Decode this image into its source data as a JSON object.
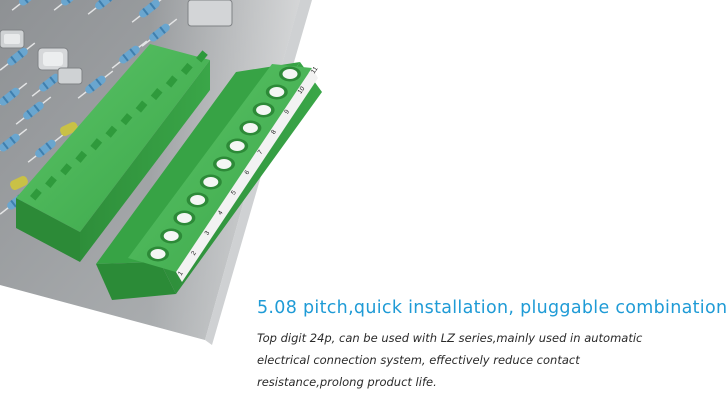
{
  "headline": "5.08 pitch,quick installation, pluggable combination",
  "description_lines": [
    "Top digit 24p, can be used with LZ series,mainly used in automatic",
    "electrical connection system, effectively reduce contact",
    "resistance,prolong product life."
  ],
  "pin_labels": [
    "1",
    "2",
    "3",
    "4",
    "5",
    "6",
    "7",
    "8",
    "9",
    "10",
    "11"
  ],
  "colors": {
    "headline": "#1f9bd6",
    "connector_green": "#3dac4a",
    "pcb_gray": "#9ea1a4",
    "resistor_blue": "#6aa6cf"
  }
}
